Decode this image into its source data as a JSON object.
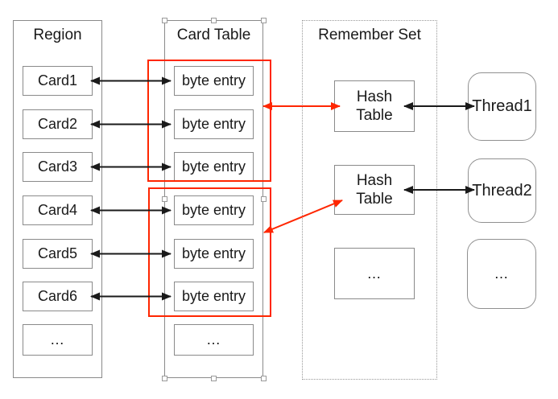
{
  "colors": {
    "box_border": "#8a8a8a",
    "red_accent": "#ff2600",
    "text_black": "#1a1a1a",
    "handle_border": "#9a9a9a"
  },
  "region": {
    "title": "Region",
    "cards": [
      "Card1",
      "Card2",
      "Card3",
      "Card4",
      "Card5",
      "Card6",
      "…"
    ]
  },
  "card_table": {
    "title": "Card Table",
    "entries": [
      "byte entry",
      "byte entry",
      "byte entry",
      "byte entry",
      "byte entry",
      "byte entry",
      "…"
    ]
  },
  "remember_set": {
    "title": "Remember Set",
    "hash_table_1": "Hash Table",
    "hash_table_2": "Hash Table",
    "ellipsis": "…"
  },
  "threads": {
    "thread_1": "Thread1",
    "thread_2": "Thread2",
    "ellipsis": "…"
  }
}
